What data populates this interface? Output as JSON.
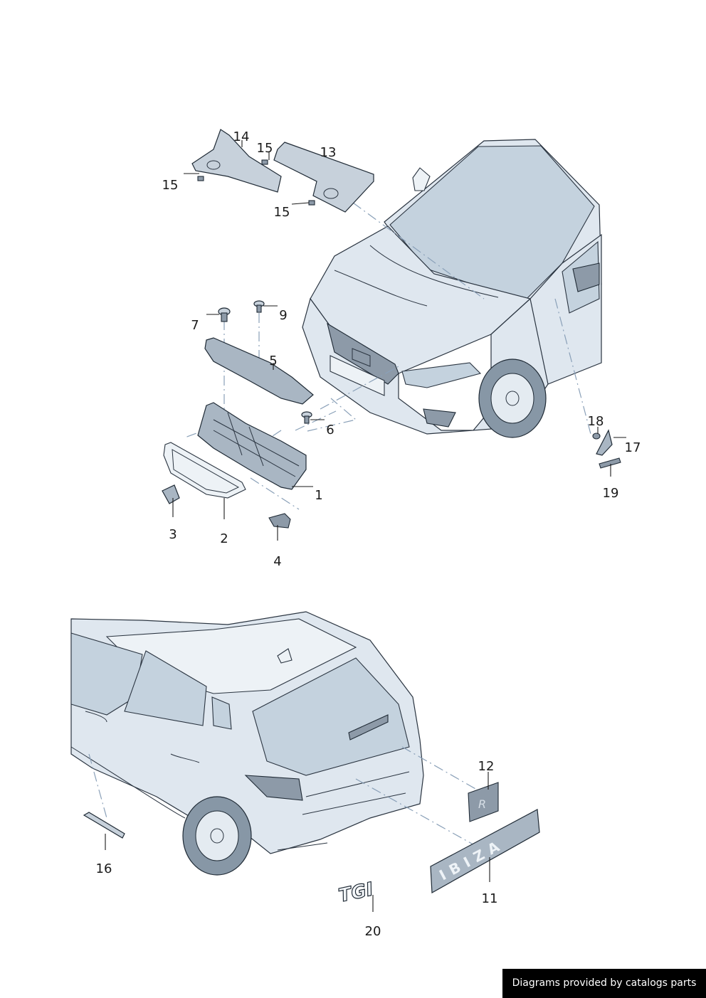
{
  "labels": {
    "p1": "1",
    "p2": "2",
    "p3": "3",
    "p4": "4",
    "p5": "5",
    "p6": "6",
    "p7": "7",
    "p9": "9",
    "p11": "11",
    "p12": "12",
    "p13": "13",
    "p14": "14",
    "p15a": "15",
    "p15b": "15",
    "p15c": "15",
    "p16": "16",
    "p17": "17",
    "p18": "18",
    "p19": "19",
    "p20": "20"
  },
  "emblems": {
    "model_badge": "IBIZA",
    "engine_badge": "TGI"
  },
  "footer": {
    "credit": "Diagrams provided by catalogs parts"
  },
  "colors": {
    "car_body": "#dfe7ef",
    "glass": "#c4d2de",
    "parts": "#a9b6c3",
    "leader_dash": "#8aa0b8",
    "credit_bg": "#000000"
  }
}
